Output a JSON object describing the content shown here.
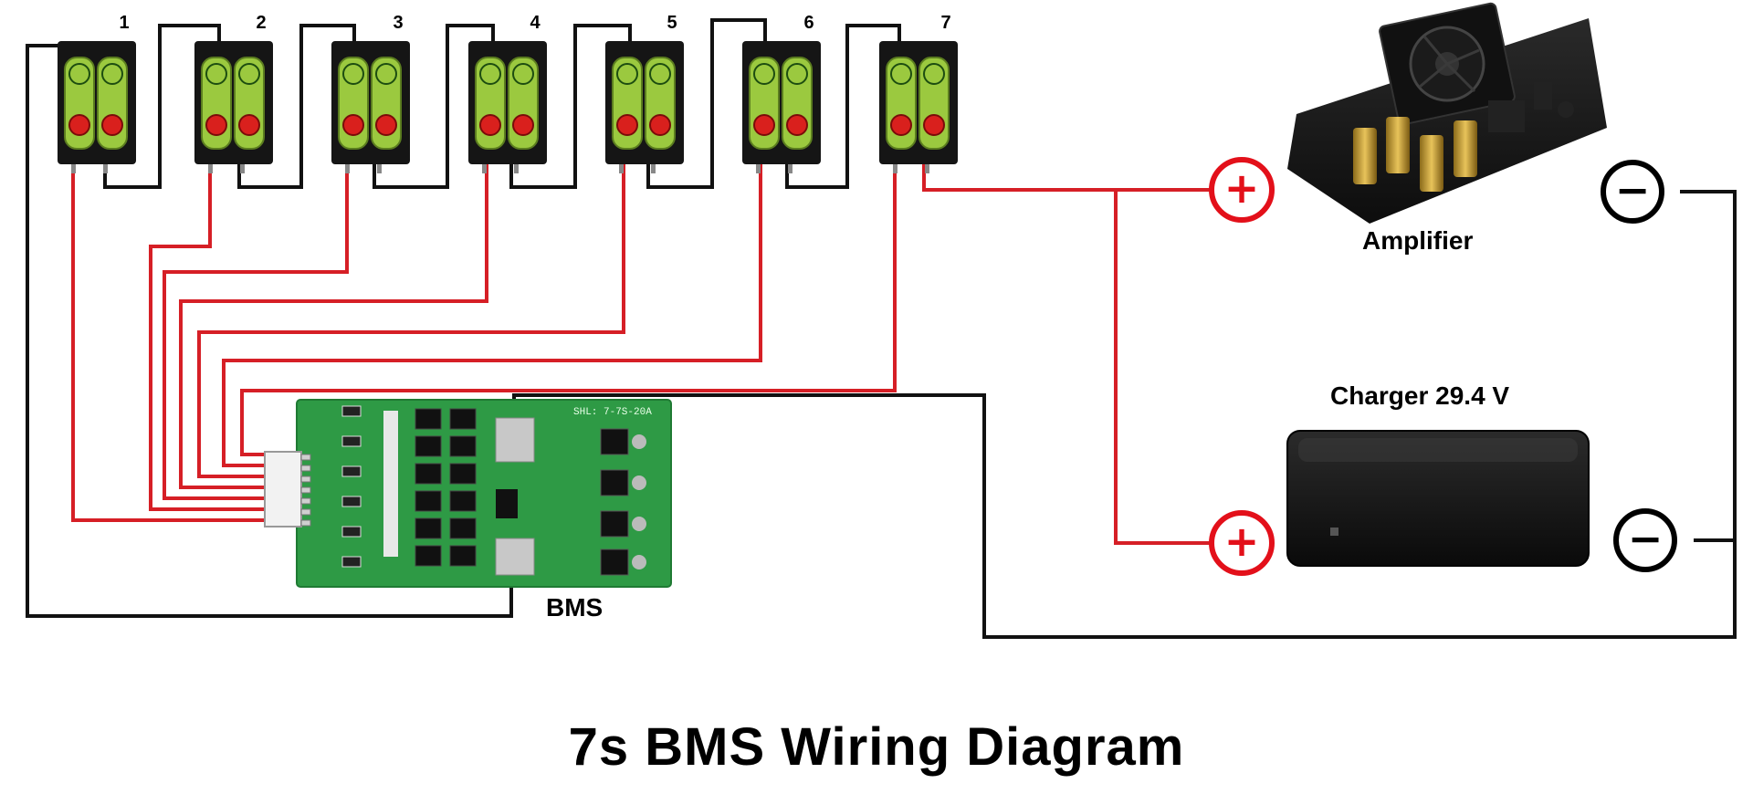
{
  "title": "7s BMS Wiring Diagram",
  "batteries": [
    {
      "label": "1"
    },
    {
      "label": "2"
    },
    {
      "label": "3"
    },
    {
      "label": "4"
    },
    {
      "label": "5"
    },
    {
      "label": "6"
    },
    {
      "label": "7"
    }
  ],
  "components": {
    "bms": {
      "label": "BMS",
      "board_text": "SHL: 7-7S-20A"
    },
    "amplifier": {
      "label": "Amplifier"
    },
    "charger": {
      "label": "Charger 29.4 V"
    }
  },
  "terminals": {
    "positive_symbol": "+",
    "negative_symbol": "−"
  },
  "colors": {
    "wire_positive": "#d61f26",
    "wire_negative": "#111111",
    "terminal_positive": "#e3101a",
    "pcb_green": "#2e9a45",
    "holder_black": "#151515",
    "cell_green": "#9bc93f"
  }
}
